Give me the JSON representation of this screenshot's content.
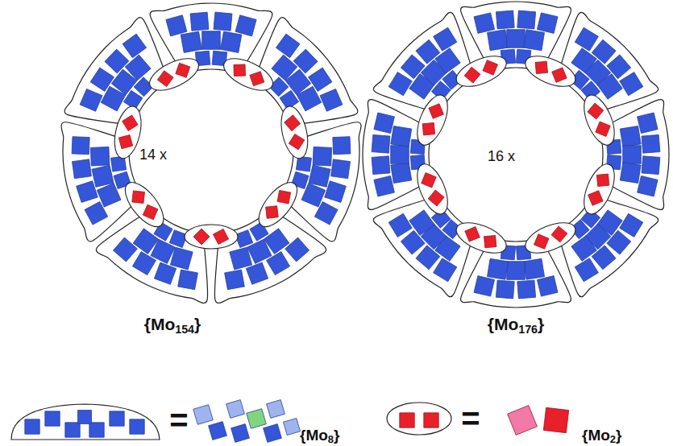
{
  "diagram": {
    "labels": [
      "14 x",
      "16 x",
      "{Mo154}",
      "{Mo176}",
      "=",
      "{Mo8}",
      "=",
      "{Mo2}"
    ]
  }
}
